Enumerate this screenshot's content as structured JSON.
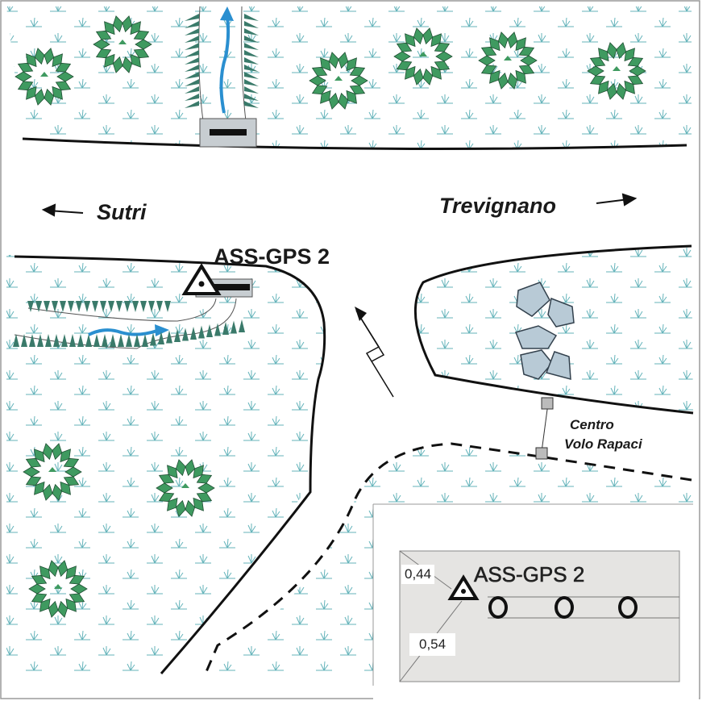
{
  "places": {
    "west_town": "Sutri",
    "east_town": "Trevignano",
    "facility_line1": "Centro",
    "facility_line2": "Volo Rapaci"
  },
  "station": {
    "label": "ASS-GPS 2"
  },
  "inset": {
    "station_label": "ASS-GPS 2",
    "value_top": "0,44",
    "value_bottom": "0,54"
  },
  "colors": {
    "tree": "#3f9a60",
    "marsh": "#2f9aa3",
    "water": "#2a8fd0",
    "scarp": "#3a7a6a",
    "rock": "#b8cad6",
    "inset_bg": "#e5e4e2"
  }
}
